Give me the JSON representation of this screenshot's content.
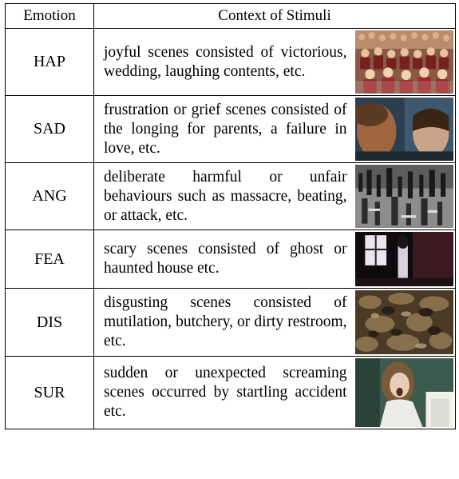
{
  "table": {
    "headers": {
      "emotion": "Emotion",
      "context": "Context of Stimuli"
    },
    "rows": [
      {
        "emotion": "HAP",
        "context": "joyful scenes consisted of victorious, wedding, laughing contents, etc.",
        "image": "crowd-celebration-still"
      },
      {
        "emotion": "SAD",
        "context": "frustration or grief scenes consisted of the longing for parents, a failure in love, etc.",
        "image": "man-and-child-faces-still"
      },
      {
        "emotion": "ANG",
        "context": "deliberate harmful or unfair behaviours such as massacre, beating, or attack, etc.",
        "image": "black-and-white-crowd-massacre-still"
      },
      {
        "emotion": "FEA",
        "context": "scary scenes consisted of ghost or haunted house etc.",
        "image": "ghost-in-dark-room-still"
      },
      {
        "emotion": "DIS",
        "context": "disgusting scenes consisted of mutilation, butchery, or dirty restroom, etc.",
        "image": "mutilation-texture-still"
      },
      {
        "emotion": "SUR",
        "context": "sudden or unexpected screaming scenes occurred by startling accident etc.",
        "image": "screaming-woman-still"
      }
    ]
  }
}
